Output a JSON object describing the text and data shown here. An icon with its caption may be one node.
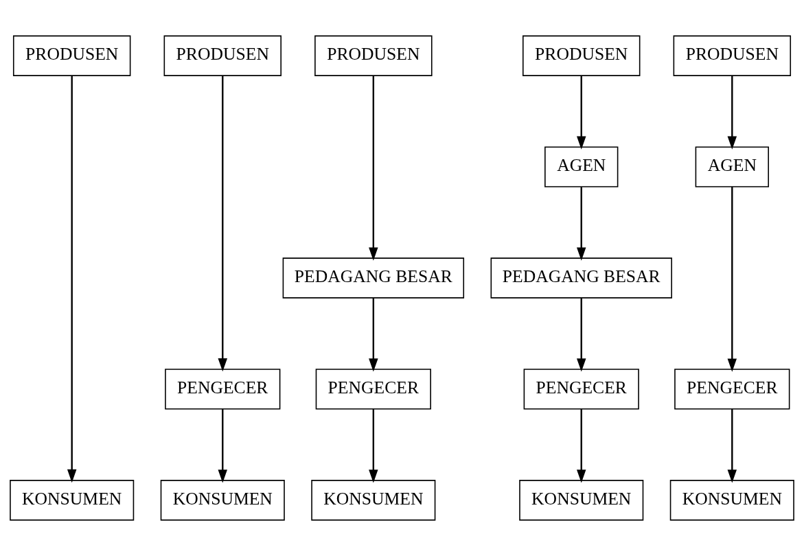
{
  "diagram": {
    "nodes": [
      {
        "text": [
          "PRODUSEN"
        ]
      },
      {
        "text": [
          "PRODUSEN"
        ]
      },
      {
        "text": [
          "PRODUSEN"
        ]
      },
      {
        "text": [
          "PRODUSEN"
        ]
      },
      {
        "text": [
          "PRODUSEN"
        ]
      },
      {
        "text": [
          "AGEN"
        ]
      },
      {
        "text": [
          "AGEN"
        ]
      },
      {
        "text": [
          "PEDAGANG BESAR"
        ]
      },
      {
        "text": [
          "PEDAGANG BESAR"
        ]
      },
      {
        "text": [
          "PENGECER"
        ]
      },
      {
        "text": [
          "PENGECER"
        ]
      },
      {
        "text": [
          "PENGECER"
        ]
      },
      {
        "text": [
          "PENGECER"
        ]
      },
      {
        "text": [
          "KONSUMEN"
        ]
      },
      {
        "text": [
          "KONSUMEN"
        ]
      },
      {
        "text": [
          "KONSUMEN"
        ]
      },
      {
        "text": [
          "KONSUMEN"
        ]
      },
      {
        "text": [
          "KONSUMEN"
        ]
      }
    ],
    "edges": [
      {
        "from": 0,
        "to": 13,
        "arrow": "to"
      },
      {
        "from": 1,
        "to": 9,
        "arrow": "to"
      },
      {
        "from": 9,
        "to": 14,
        "arrow": "to"
      },
      {
        "from": 2,
        "to": 7,
        "arrow": "to"
      },
      {
        "from": 7,
        "to": 10,
        "arrow": "to"
      },
      {
        "from": 10,
        "to": 15,
        "arrow": "to"
      },
      {
        "from": 3,
        "to": 5,
        "arrow": "to"
      },
      {
        "from": 5,
        "to": 8,
        "arrow": "to"
      },
      {
        "from": 8,
        "to": 11,
        "arrow": "to"
      },
      {
        "from": 11,
        "to": 16,
        "arrow": "to"
      },
      {
        "from": 4,
        "to": 6,
        "arrow": "to"
      },
      {
        "from": 6,
        "to": 12,
        "arrow": "to"
      },
      {
        "from": 12,
        "to": 17,
        "arrow": "to"
      }
    ]
  }
}
